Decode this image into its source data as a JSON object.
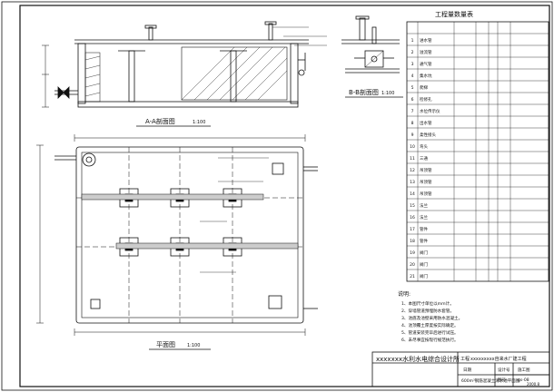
{
  "drawing": {
    "section_aa_title": "A-A剖面图",
    "section_aa_scale": "1:100",
    "section_bb_title": "B-B剖面图",
    "section_bb_scale": "1:100",
    "plan_title": "平面图",
    "plan_scale": "1:100"
  },
  "table": {
    "title": "工程量数量表",
    "rows": [
      {
        "no": "1",
        "name": "进水管"
      },
      {
        "no": "2",
        "name": "溢流管"
      },
      {
        "no": "3",
        "name": "通气管"
      },
      {
        "no": "4",
        "name": "集水坑"
      },
      {
        "no": "5",
        "name": "爬梯"
      },
      {
        "no": "6",
        "name": "检修孔"
      },
      {
        "no": "7",
        "name": "水位传示仪"
      },
      {
        "no": "8",
        "name": "出水管"
      },
      {
        "no": "9",
        "name": "柔性接头"
      },
      {
        "no": "10",
        "name": "弯头"
      },
      {
        "no": "11",
        "name": "三通"
      },
      {
        "no": "12",
        "name": "吊顶管"
      },
      {
        "no": "13",
        "name": "吊顶管"
      },
      {
        "no": "14",
        "name": "吊顶管"
      },
      {
        "no": "15",
        "name": "法兰"
      },
      {
        "no": "16",
        "name": "法兰"
      },
      {
        "no": "17",
        "name": "管件"
      },
      {
        "no": "18",
        "name": "管件"
      },
      {
        "no": "19",
        "name": "阀门"
      },
      {
        "no": "20",
        "name": "阀门"
      },
      {
        "no": "21",
        "name": "阀门"
      }
    ]
  },
  "notes": {
    "heading": "说明:",
    "lines": [
      "1、本图尺寸单位以mm计。",
      "2、穿墙管道预埋防水套管。",
      "3、池底及池壁采用防水混凝土。",
      "4、池顶覆土厚度按实际确定。",
      "5、管道安装完毕后进行试压。",
      "6、未尽事宜按现行规范执行。"
    ]
  },
  "title_block": {
    "institute": "xxxxxxx水利水电综合设计所",
    "project_label": "工程",
    "project_name": "xxxxxxxxx自来水厂建工程",
    "drawing_name": "600m³钢筋混凝土清水池平面图",
    "design_stage_label": "设计号",
    "design_stage": "施工图",
    "drawing_no_label": "图号",
    "drawing_no": "gs-08",
    "date_label": "日期",
    "date": "2000.8"
  }
}
